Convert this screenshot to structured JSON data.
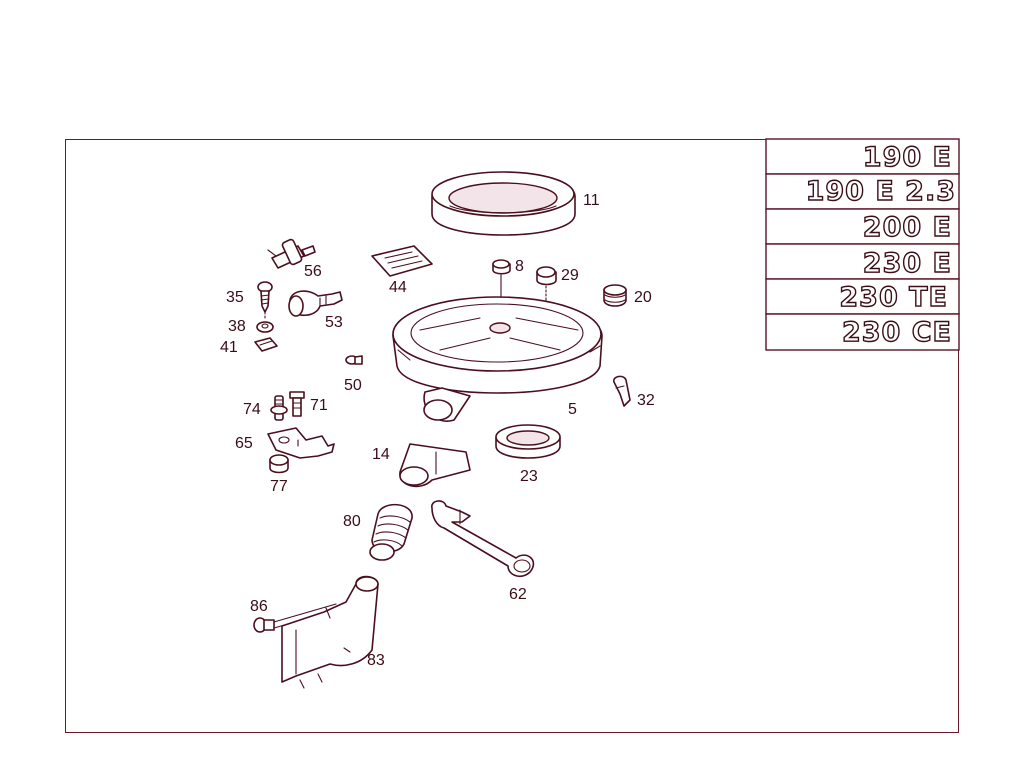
{
  "callouts": [
    {
      "id": "11"
    },
    {
      "id": "8"
    },
    {
      "id": "29"
    },
    {
      "id": "20"
    },
    {
      "id": "56"
    },
    {
      "id": "44"
    },
    {
      "id": "35"
    },
    {
      "id": "53"
    },
    {
      "id": "38"
    },
    {
      "id": "41"
    },
    {
      "id": "50"
    },
    {
      "id": "5"
    },
    {
      "id": "32"
    },
    {
      "id": "74"
    },
    {
      "id": "71"
    },
    {
      "id": "65"
    },
    {
      "id": "14"
    },
    {
      "id": "23"
    },
    {
      "id": "77"
    },
    {
      "id": "80"
    },
    {
      "id": "62"
    },
    {
      "id": "86"
    },
    {
      "id": "83"
    }
  ],
  "model_badges": [
    "190 E",
    "190 E 2.3",
    "200 E",
    "230 E",
    "230 TE",
    "230 CE"
  ]
}
